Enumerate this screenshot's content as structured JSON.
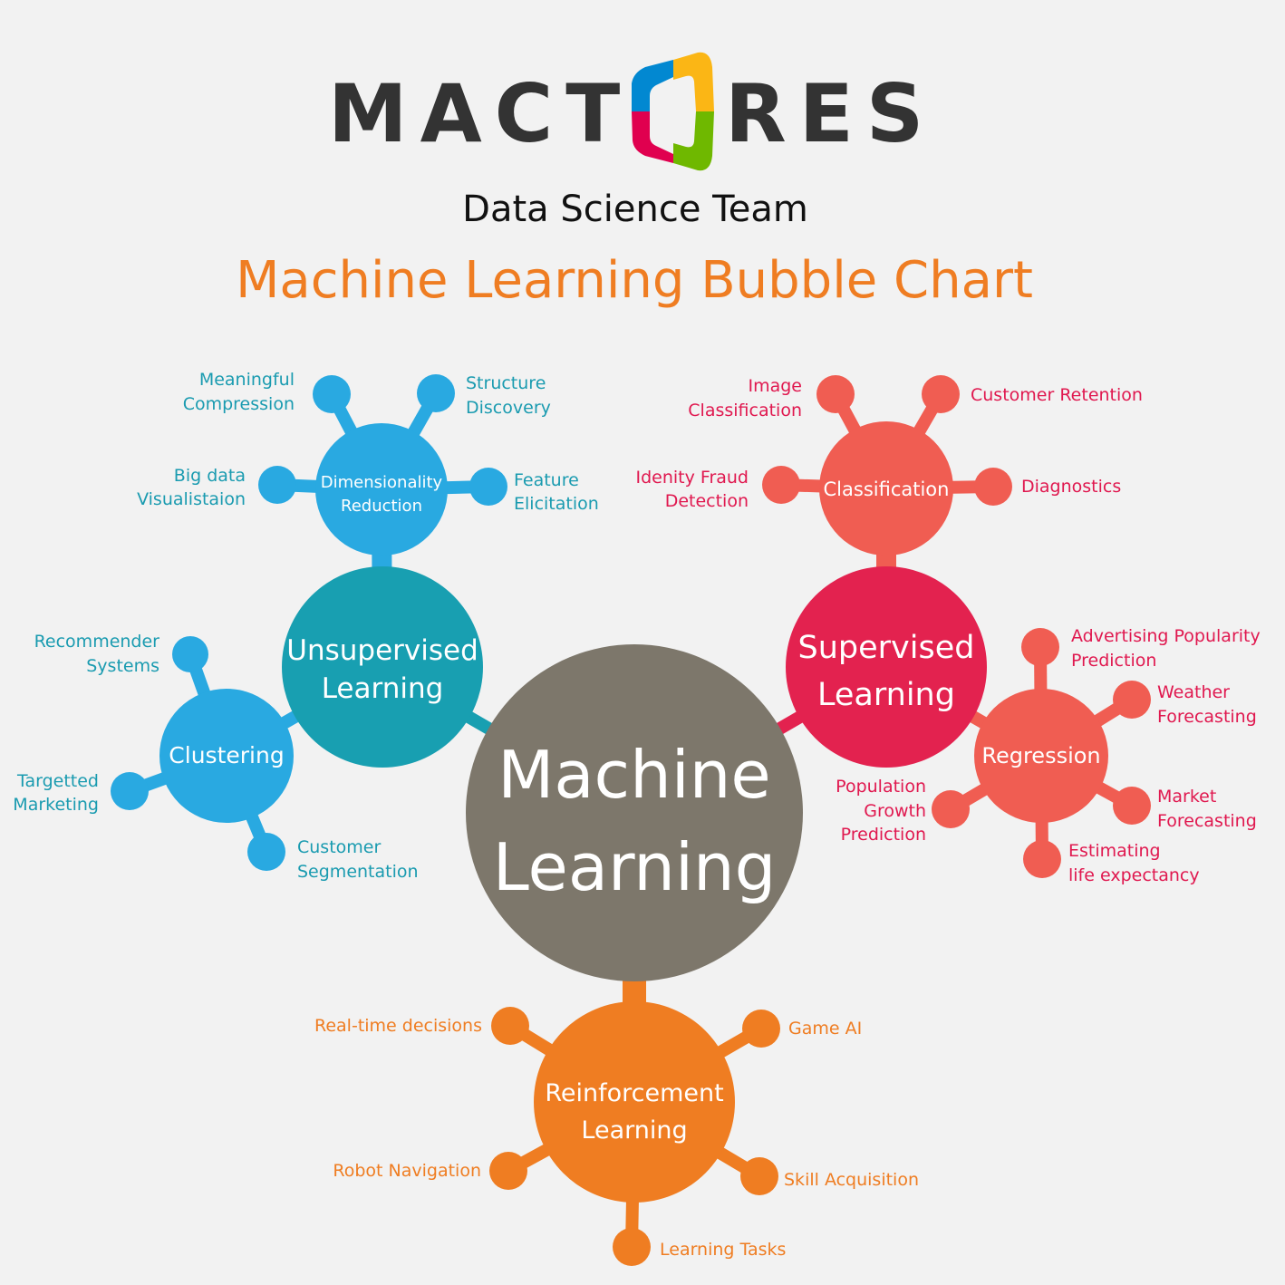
{
  "logo": {
    "text": "MACTORES",
    "colors": [
      "#0288d1",
      "#fbb615",
      "#e0004f",
      "#6fb800"
    ]
  },
  "subtitle": "Data Science Team",
  "title": "Machine Learning Bubble Chart",
  "center": {
    "line1": "Machine",
    "line2": "Learning",
    "color": "#7d776b"
  },
  "unsupervised": {
    "line1": "Unsupervised",
    "line2": "Learning",
    "color": "#189fb1",
    "dimensionality": {
      "line1": "Dimensionality",
      "line2": "Reduction",
      "leaves": [
        [
          "Meaningful",
          "Compression"
        ],
        [
          "Structure",
          "Discovery"
        ],
        [
          "Big data",
          "Visualistaion"
        ],
        [
          "Feature",
          "Elicitation"
        ]
      ]
    },
    "clustering": {
      "label": "Clustering",
      "leaves": [
        [
          "Recommender",
          "Systems"
        ],
        [
          "Targetted",
          "Marketing"
        ],
        [
          "Customer",
          "Segmentation"
        ]
      ]
    }
  },
  "supervised": {
    "line1": "Supervised",
    "line2": "Learning",
    "color": "#e3224f",
    "classification": {
      "label": "Classification",
      "leaves": [
        [
          "Image",
          "Classification"
        ],
        [
          "Customer Retention"
        ],
        [
          "Idenity Fraud",
          "Detection"
        ],
        [
          "Diagnostics"
        ]
      ]
    },
    "regression": {
      "label": "Regression",
      "leaves": [
        [
          "Advertising Popularity",
          "Prediction"
        ],
        [
          "Weather",
          "Forecasting"
        ],
        [
          "Market",
          "Forecasting"
        ],
        [
          "Estimating",
          "life expectancy"
        ],
        [
          "Population",
          "Growth",
          "Prediction"
        ]
      ]
    }
  },
  "reinforcement": {
    "line1": "Reinforcement",
    "line2": "Learning",
    "color": "#ef7d22",
    "leaves": [
      "Real-time decisions",
      "Game AI",
      "Robot Navigation",
      "Skill Acquisition",
      "Learning Tasks"
    ]
  }
}
